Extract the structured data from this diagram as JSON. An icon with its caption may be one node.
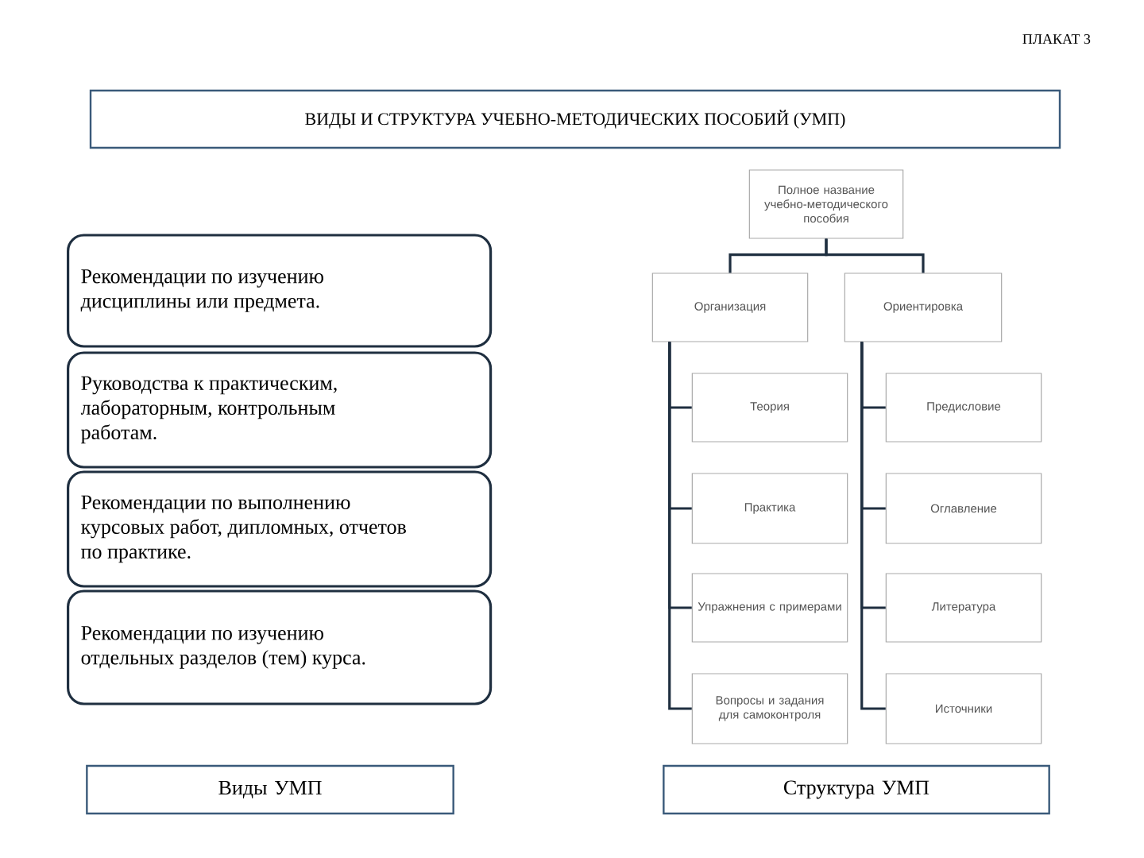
{
  "diagram": {
    "title": "ВИДЫ И СТРУКТУРА УЧЕБНО-МЕТОДИЧЕСКИХ ПОСОБИЙ (УМП)",
    "nodes": [
      {
        "text": [
          "Рекомендации по изучению дисциплины или предмета."
        ]
      },
      {
        "text": [
          "Руководства к практическим, лабораторным, контрольным работам."
        ]
      },
      {
        "text": [
          "Рекомендации по выполнению курсовых работ, дипломных, отчетов по практике."
        ]
      },
      {
        "text": [
          "Рекомендации по изучению отдельных разделов (тем) курса."
        ]
      },
      {
        "text": [
          "Виды УМП"
        ]
      },
      {
        "text": [
          "Полное название учебно-методического пособия"
        ]
      },
      {
        "text": [
          "Организация"
        ]
      },
      {
        "text": [
          "Ориентировка"
        ]
      },
      {
        "text": [
          "Теория"
        ]
      },
      {
        "text": [
          "Практика"
        ]
      },
      {
        "text": [
          "Упражнения с примерами"
        ]
      },
      {
        "text": [
          "Вопросы и задания для самоконтроля"
        ]
      },
      {
        "text": [
          "Предисловие"
        ]
      },
      {
        "text": [
          "Оглавление"
        ]
      },
      {
        "text": [
          "Литература"
        ]
      },
      {
        "text": [
          "Источники"
        ]
      },
      {
        "text": [
          "Структура УМП"
        ]
      }
    ],
    "edges": [
      {
        "from": 5,
        "to": 6,
        "arrow": "none"
      },
      {
        "from": 5,
        "to": 7,
        "arrow": "none"
      },
      {
        "from": 6,
        "to": 8,
        "arrow": "none"
      },
      {
        "from": 6,
        "to": 9,
        "arrow": "none"
      },
      {
        "from": 6,
        "to": 10,
        "arrow": "none"
      },
      {
        "from": 6,
        "to": 11,
        "arrow": "none"
      },
      {
        "from": 7,
        "to": 12,
        "arrow": "none"
      },
      {
        "from": 7,
        "to": 13,
        "arrow": "none"
      },
      {
        "from": 7,
        "to": 14,
        "arrow": "none"
      },
      {
        "from": 7,
        "to": 15,
        "arrow": "none"
      }
    ],
    "labels": [
      "ПЛАКАТ 3"
    ]
  }
}
